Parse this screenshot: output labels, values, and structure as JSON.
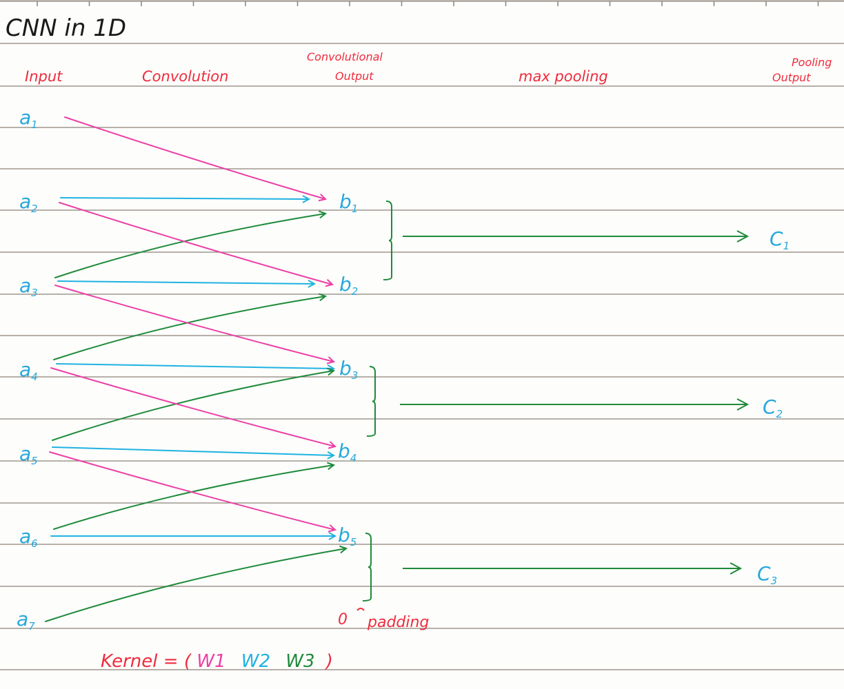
{
  "title": "CNN in 1D",
  "colors": {
    "paper": "#fdfdfb",
    "rule": "#8c8378",
    "header_red": "#ef2b3c",
    "label_blue": "#27a8dc",
    "w1_pink": "#ec3fa6",
    "w2_blue": "#1fb2e2",
    "w3_green": "#1e8a3a",
    "title_black": "#1a1a1a"
  },
  "headers": {
    "input": "Input",
    "convolution": "Convolution",
    "conv_output_line1": "Convolutional",
    "conv_output_line2": "Output",
    "max_pooling": "max pooling",
    "pooling_output_line1": "Pooling",
    "pooling_output_line2": "Output"
  },
  "inputs": [
    {
      "base": "a",
      "sub": "1"
    },
    {
      "base": "a",
      "sub": "2"
    },
    {
      "base": "a",
      "sub": "3"
    },
    {
      "base": "a",
      "sub": "4"
    },
    {
      "base": "a",
      "sub": "5"
    },
    {
      "base": "a",
      "sub": "6"
    },
    {
      "base": "a",
      "sub": "7"
    }
  ],
  "conv_outputs": [
    {
      "base": "b",
      "sub": "1"
    },
    {
      "base": "b",
      "sub": "2"
    },
    {
      "base": "b",
      "sub": "3"
    },
    {
      "base": "b",
      "sub": "4"
    },
    {
      "base": "b",
      "sub": "5"
    }
  ],
  "pool_outputs": [
    {
      "base": "C",
      "sub": "1"
    },
    {
      "base": "C",
      "sub": "2"
    },
    {
      "base": "C",
      "sub": "3"
    }
  ],
  "padding": {
    "value": "0",
    "label": "padding"
  },
  "kernel": {
    "prefix": "Kernel = (",
    "w1": "W1",
    "w2": "W2",
    "w3": "W3",
    "suffix": ")"
  },
  "connections": {
    "stride": 1,
    "kernel_size": 3,
    "pool_size": 2,
    "edges": [
      {
        "from": "a1",
        "to": "b1",
        "weight": "w1"
      },
      {
        "from": "a2",
        "to": "b1",
        "weight": "w2"
      },
      {
        "from": "a3",
        "to": "b1",
        "weight": "w3"
      },
      {
        "from": "a2",
        "to": "b2",
        "weight": "w1"
      },
      {
        "from": "a3",
        "to": "b2",
        "weight": "w2"
      },
      {
        "from": "a4",
        "to": "b2",
        "weight": "w3"
      },
      {
        "from": "a3",
        "to": "b3",
        "weight": "w1"
      },
      {
        "from": "a4",
        "to": "b3",
        "weight": "w2"
      },
      {
        "from": "a5",
        "to": "b3",
        "weight": "w3"
      },
      {
        "from": "a4",
        "to": "b4",
        "weight": "w1"
      },
      {
        "from": "a5",
        "to": "b4",
        "weight": "w2"
      },
      {
        "from": "a6",
        "to": "b4",
        "weight": "w3"
      },
      {
        "from": "a5",
        "to": "b5",
        "weight": "w1"
      },
      {
        "from": "a6",
        "to": "b5",
        "weight": "w2"
      },
      {
        "from": "a7",
        "to": "b5",
        "weight": "w3"
      }
    ],
    "pool_groups": [
      {
        "members": [
          "b1",
          "b2"
        ],
        "output": "C1"
      },
      {
        "members": [
          "b3",
          "b4"
        ],
        "output": "C2"
      },
      {
        "members": [
          "b5",
          "0"
        ],
        "output": "C3"
      }
    ]
  }
}
